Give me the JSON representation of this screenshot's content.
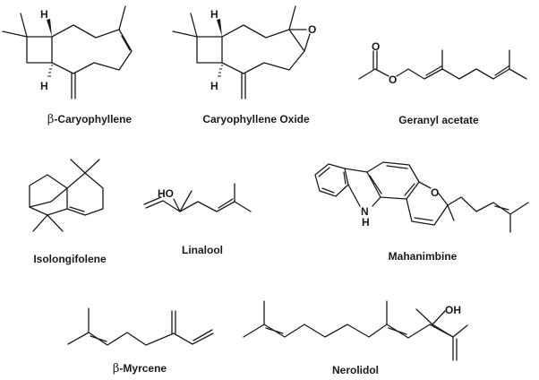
{
  "figure": {
    "type": "chemical-structures-panel",
    "compounds": [
      {
        "name": "β-Caryophyllene",
        "prefix": "β",
        "suffix": "-Caryophyllene",
        "atoms": [
          "H",
          "H"
        ]
      },
      {
        "name": "Caryophyllene Oxide",
        "atoms": [
          "H",
          "H",
          "O"
        ]
      },
      {
        "name": "Geranyl acetate",
        "atoms": [
          "O",
          "O"
        ]
      },
      {
        "name": "Isolongifolene",
        "atoms": []
      },
      {
        "name": "Linalool",
        "atoms": [
          "HO"
        ]
      },
      {
        "name": "Mahanimbine",
        "atoms": [
          "O",
          "N",
          "H"
        ]
      },
      {
        "name": "β-Myrcene",
        "prefix": "β",
        "suffix": "-Myrcene",
        "atoms": []
      },
      {
        "name": "Nerolidol",
        "atoms": [
          "OH"
        ]
      }
    ]
  },
  "labels": {
    "caryophyllene_prefix": "β",
    "caryophyllene_suffix": "-Caryophyllene",
    "caryophyllene_oxide": "Caryophyllene Oxide",
    "geranyl_acetate": "Geranyl acetate",
    "isolongifolene": "Isolongifolene",
    "linalool": "Linalool",
    "mahanimbine": "Mahanimbine",
    "myrcene_prefix": "β",
    "myrcene_suffix": "-Myrcene",
    "nerolidol": "Nerolidol"
  },
  "atoms": {
    "H": "H",
    "O": "O",
    "N": "N",
    "HO": "HO",
    "OH": "OH"
  }
}
